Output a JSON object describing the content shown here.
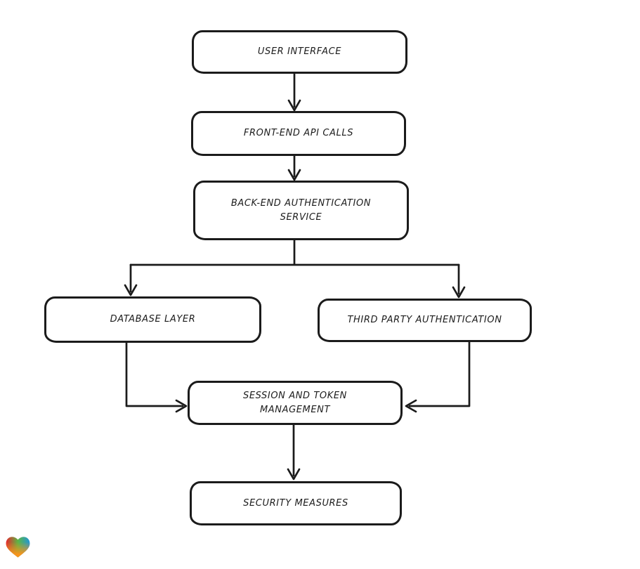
{
  "canvas": {
    "background": "#ffffff",
    "line_color": "#1b1b1b",
    "node_fill": "#ffffff",
    "node_text_color": "#1c1c1c"
  },
  "diagram": {
    "type": "flowchart",
    "nodes": [
      {
        "id": "user-interface",
        "label": "USER INTERFACE"
      },
      {
        "id": "front-end-api-calls",
        "label": "FRONT-END API CALLS"
      },
      {
        "id": "back-end-authentication-service",
        "label": "BACK-END AUTHENTICATION SERVICE"
      },
      {
        "id": "database-layer",
        "label": "DATABASE LAYER"
      },
      {
        "id": "third-party-authentication",
        "label": "THIRD PARTY AUTHENTICATION"
      },
      {
        "id": "session-and-token-management",
        "label": "SESSION AND TOKEN MANAGEMENT"
      },
      {
        "id": "security-measures",
        "label": "SECURITY MEASURES"
      }
    ],
    "edges": [
      {
        "from": "user-interface",
        "to": "front-end-api-calls"
      },
      {
        "from": "front-end-api-calls",
        "to": "back-end-authentication-service"
      },
      {
        "from": "back-end-authentication-service",
        "to": "database-layer"
      },
      {
        "from": "back-end-authentication-service",
        "to": "third-party-authentication"
      },
      {
        "from": "database-layer",
        "to": "session-and-token-management"
      },
      {
        "from": "third-party-authentication",
        "to": "session-and-token-management"
      },
      {
        "from": "session-and-token-management",
        "to": "security-measures"
      }
    ]
  },
  "logo": {
    "name": "gradient-heart",
    "colors": {
      "red": "#e8262d",
      "green": "#5cb544",
      "blue": "#2196d9",
      "orange": "#f7941d"
    }
  }
}
